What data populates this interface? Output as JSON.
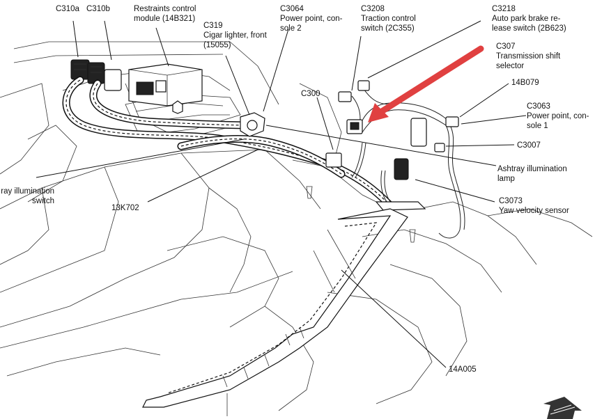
{
  "labels": {
    "c310a": "C310a",
    "c310b": "C310b",
    "restraints": [
      "Restraints control",
      "module (14B321)"
    ],
    "c319": [
      "C319",
      "Cigar lighter, front",
      "(15055)"
    ],
    "c3064": [
      "C3064",
      "Power point, con-",
      "sole 2"
    ],
    "c3208": [
      "C3208",
      "Traction control",
      "switch (2C355)"
    ],
    "c3218": [
      "C3218",
      "Auto park brake re-",
      "lease switch (2B623)"
    ],
    "c307": [
      "C307",
      "Transmission shift",
      "selector"
    ],
    "p14b079": "14B079",
    "c3063": [
      "C3063",
      "Power point, con-",
      "sole 1"
    ],
    "c300": "C300",
    "c3007": "C3007",
    "ashtray_lamp": [
      "Ashtray illumination",
      "lamp"
    ],
    "c3073": [
      "C3073",
      "Yaw velocity sensor"
    ],
    "ashtray_switch": [
      "ray illumination",
      "switch"
    ],
    "p13k702": "13K702",
    "p14a005": "14A005"
  },
  "colors": {
    "arrow": "#e04040",
    "line": "#222222",
    "background": "#ffffff"
  },
  "icons": {
    "callout_arrow": "red-arrow-icon",
    "front_indicator": "front-arrow-icon"
  }
}
